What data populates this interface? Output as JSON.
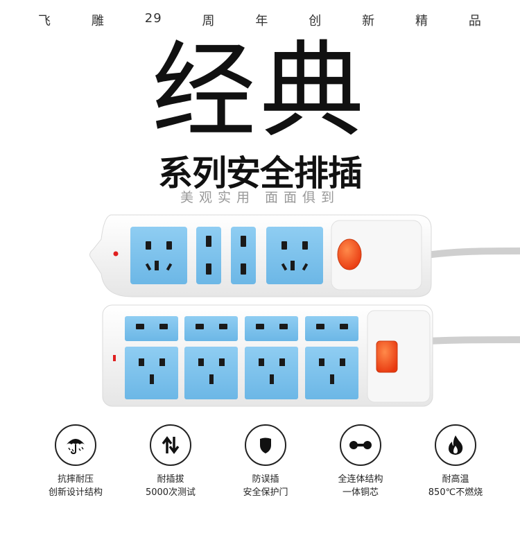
{
  "header": {
    "tagline_chars": [
      "飞",
      "雕",
      "29",
      "周",
      "年",
      "创",
      "新",
      "精",
      "品"
    ],
    "title": "经典",
    "subtitle": "系列安全排插",
    "slogan": "美观实用  面面俱到"
  },
  "colors": {
    "socket_blue": "#7fc4ec",
    "switch_orange": "#ff5a1f",
    "body_white": "#f4f4f4"
  },
  "features": [
    {
      "icon": "umbrella-icon",
      "line1": "抗摔耐压",
      "line2": "创新设计结构"
    },
    {
      "icon": "up-down-arrows-icon",
      "line1": "耐插拔",
      "line2": "5000次测试"
    },
    {
      "icon": "shield-icon",
      "line1": "防误插",
      "line2": "安全保护门"
    },
    {
      "icon": "connector-icon",
      "line1": "全连体结构",
      "line2": "一体铜芯"
    },
    {
      "icon": "flame-icon",
      "line1": "耐高温",
      "line2": "850℃不燃烧"
    }
  ]
}
